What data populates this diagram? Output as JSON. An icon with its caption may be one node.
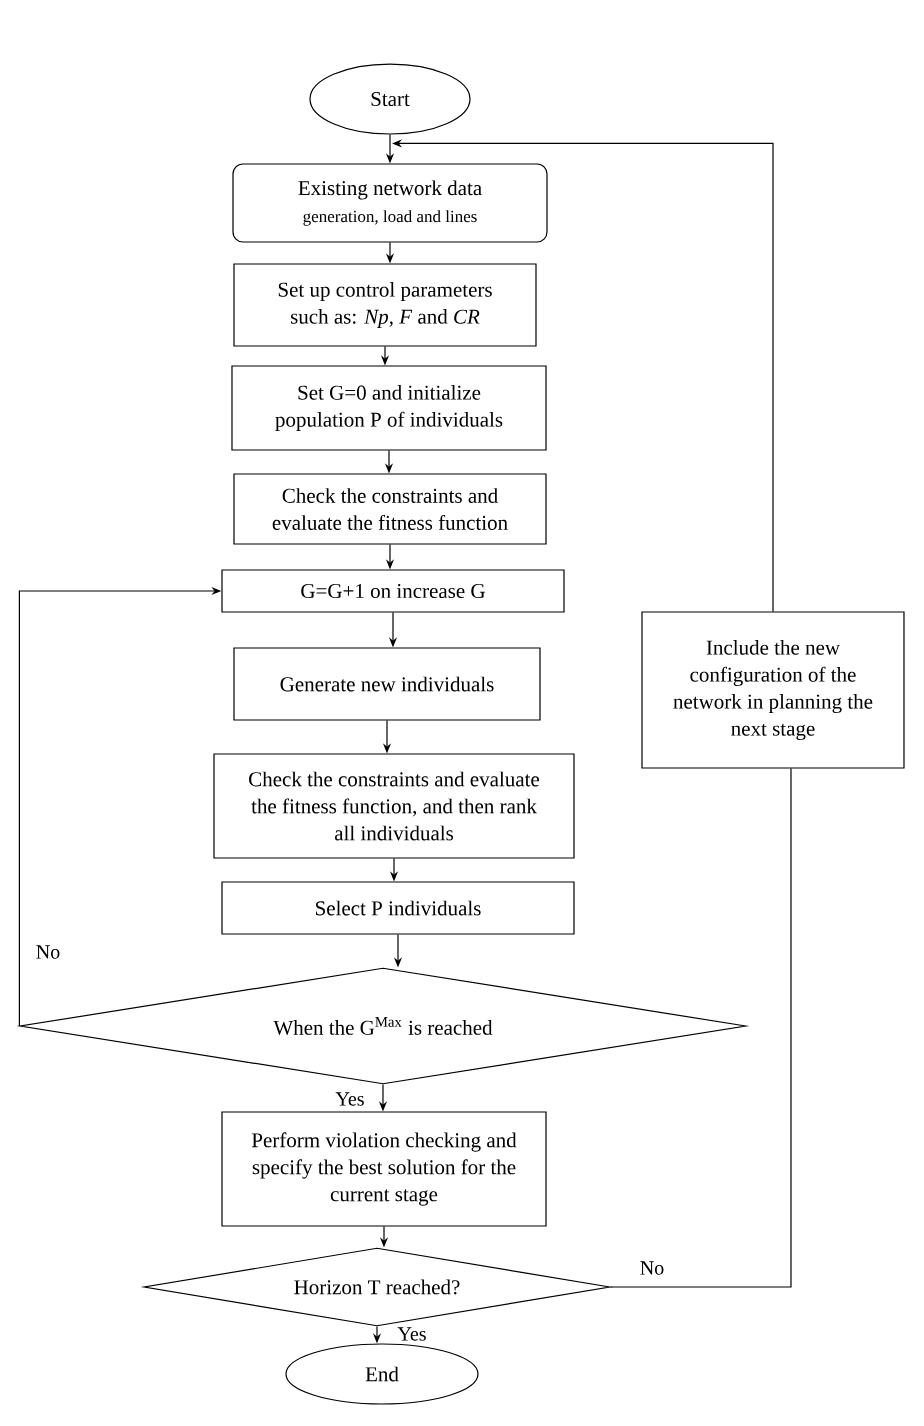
{
  "diagram": {
    "nodes": [
      {
        "text": [
          "Start"
        ]
      },
      {
        "text": [
          "Existing network data",
          "generation, load and lines"
        ]
      },
      {
        "text": [
          "Set up control parameters such as: *Np*, *F* and *CR*"
        ]
      },
      {
        "text": [
          "Set G=0 and initialize population P of individuals"
        ]
      },
      {
        "text": [
          "Check the constraints and evaluate the fitness function"
        ]
      },
      {
        "text": [
          "G=G+1 on increase G"
        ]
      },
      {
        "text": [
          "Generate new individuals"
        ]
      },
      {
        "text": [
          "Check the constraints and evaluate the fitness function, and then rank all individuals"
        ]
      },
      {
        "text": [
          "Select P individuals"
        ]
      },
      {
        "text": [
          "When the G$^{Max}$ is reached"
        ]
      },
      {
        "text": [
          "Perform violation checking and specify the best solution for the current stage"
        ]
      },
      {
        "text": [
          "Horizon T reached?"
        ]
      },
      {
        "text": [
          "End"
        ]
      },
      {
        "text": [
          "Include the new configuration of the network in planning the next stage"
        ]
      }
    ],
    "edges": [
      {
        "from": 0,
        "to": 1,
        "arrow": "to"
      },
      {
        "from": 1,
        "to": 2,
        "arrow": "to"
      },
      {
        "from": 2,
        "to": 3,
        "arrow": "to"
      },
      {
        "from": 3,
        "to": 4,
        "arrow": "to"
      },
      {
        "from": 4,
        "to": 5,
        "arrow": "to"
      },
      {
        "from": 5,
        "to": 6,
        "arrow": "to"
      },
      {
        "from": 6,
        "to": 7,
        "arrow": "to"
      },
      {
        "from": 7,
        "to": 8,
        "arrow": "to"
      },
      {
        "from": 8,
        "to": 9,
        "arrow": "to"
      },
      {
        "from": 9,
        "to": 10,
        "arrow": "to",
        "label": "Yes"
      },
      {
        "from": 9,
        "to": 5,
        "arrow": "to",
        "label": "No"
      },
      {
        "from": 10,
        "to": 11,
        "arrow": "to"
      },
      {
        "from": 11,
        "to": 12,
        "arrow": "to",
        "label": "Yes"
      },
      {
        "from": 11,
        "to": 13,
        "arrow": "none",
        "label": "No"
      },
      {
        "from": 13,
        "to": 1,
        "arrow": "to"
      }
    ]
  }
}
